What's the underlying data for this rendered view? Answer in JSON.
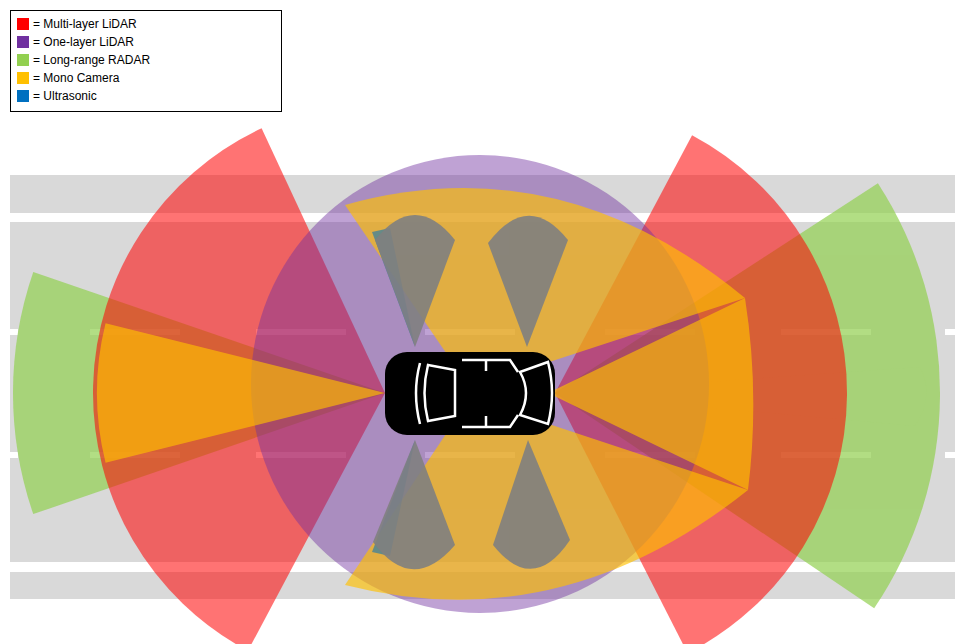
{
  "diagram": {
    "legend": [
      {
        "text": "= Multi-layer LiDAR",
        "color": "#ff0000"
      },
      {
        "text": "= One-layer LiDAR",
        "color": "#7030a0"
      },
      {
        "text": "= Long-range RADAR",
        "color": "#92d050"
      },
      {
        "text": "= Mono Camera",
        "color": "#ffc000"
      },
      {
        "text": "= Ultrasonic",
        "color": "#0070c0"
      }
    ]
  }
}
